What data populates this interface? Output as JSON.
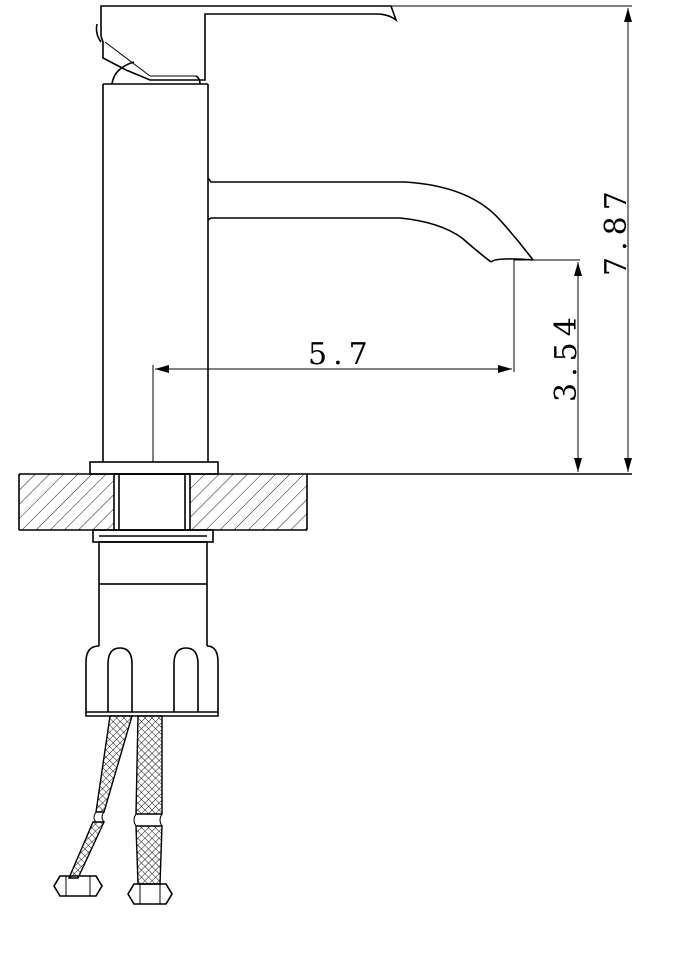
{
  "dimensions": {
    "spout_reach": "5.7",
    "spout_height": "3.54",
    "total_height": "7.87"
  },
  "colors": {
    "line": "#000000",
    "background": "#ffffff"
  }
}
